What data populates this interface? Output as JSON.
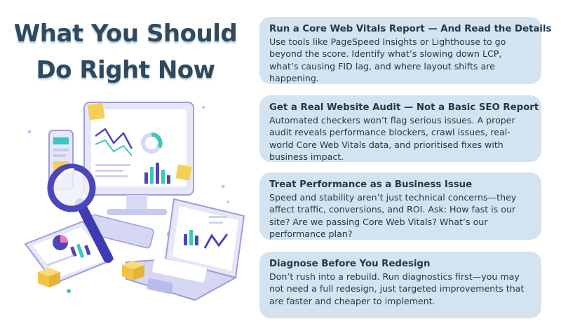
{
  "title": {
    "line1": "What You Should",
    "line2": "Do Right Now"
  },
  "cards": [
    {
      "heading": "Run a Core Web Vitals Report — And Read the Details",
      "body": "Use tools like PageSpeed Insights or Lighthouse to go beyond the score. Identify what’s slowing down LCP, what’s causing FID lag, and where layout shifts are happening."
    },
    {
      "heading": "Get a Real Website Audit — Not a Basic SEO Report",
      "body": "Automated checkers won’t flag serious issues. A proper audit reveals performance blockers, crawl issues, real-world Core Web Vitals data, and prioritised fixes with business impact."
    },
    {
      "heading": "Treat Performance as a Business Issue",
      "body": "Speed and stability aren’t just technical concerns—they affect traffic, conversions, and ROI. Ask: How fast is our site? Are we passing Core Web Vitals? What’s our performance plan?"
    },
    {
      "heading": "Diagnose Before You Redesign",
      "body": "Don’t rush into a rebuild. Run diagnostics first—you may not need a full redesign, just targeted improvements that are faster and cheaper to implement."
    }
  ],
  "colors": {
    "title": "#2f4a5f",
    "card_bg": "#d3e3f0",
    "card_text": "#243746",
    "accent_purple": "#4b47b8",
    "accent_yellow": "#f6cf57",
    "accent_teal": "#3bc6c0"
  },
  "illustration": {
    "icons": [
      "monitor-icon",
      "laptop-icon",
      "tablet-icon",
      "phone-icon",
      "magnifier-icon",
      "sticky-note-icon",
      "box-icon"
    ]
  }
}
